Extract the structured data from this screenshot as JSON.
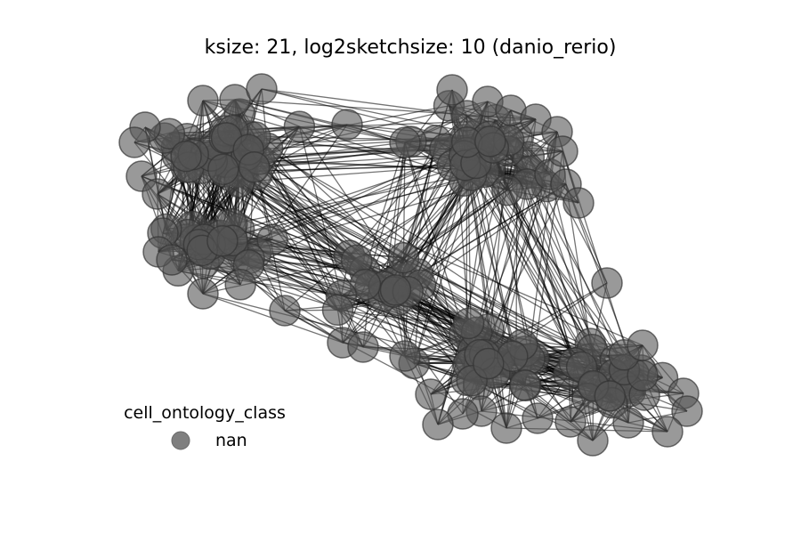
{
  "chart_data": {
    "type": "network",
    "title": "ksize: 21, log2sketchsize: 10 (danio_rerio)",
    "legend": {
      "title": "cell_ontology_class",
      "entries": [
        {
          "label": "nan",
          "color": "#7f7f7f"
        }
      ],
      "placement": "lower-left"
    },
    "node_color": "#555555",
    "edge_color": "#000000",
    "grid": false,
    "axes_visible": false
  }
}
